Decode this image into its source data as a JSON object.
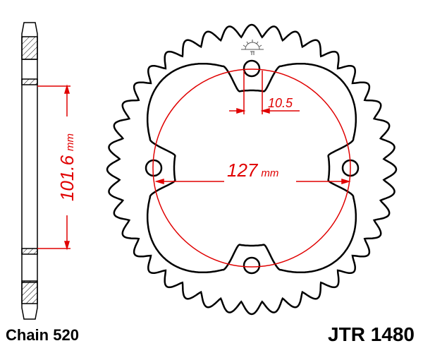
{
  "title_part": "JTR 1480",
  "chain": "Chain 520",
  "dimensions": {
    "bolt_circle": "127",
    "bolt_circle_unit": "mm",
    "center_bore": "101.6",
    "center_bore_unit": "mm",
    "bolt_hole": "10.5"
  },
  "colors": {
    "outline": "#000000",
    "dimension": "#e00000"
  }
}
